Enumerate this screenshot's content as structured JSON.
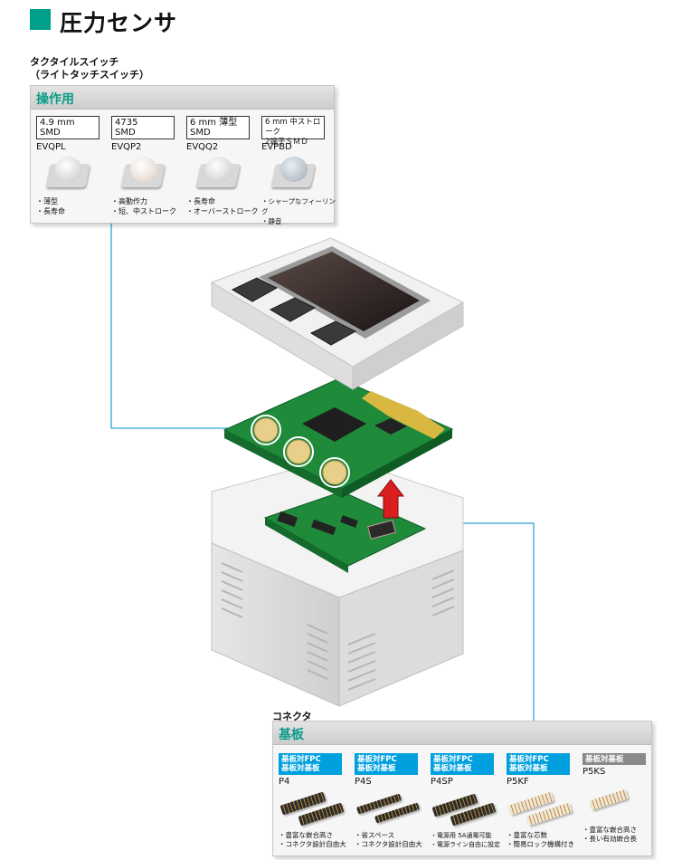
{
  "header": {
    "title": "圧力センサ"
  },
  "switch_section": {
    "caption_line1": "タクタイルスイッチ",
    "caption_line2": "（ライトタッチスイッチ）",
    "panel_title": "操作用",
    "items": [
      {
        "spec": "4.9 mm\nSMD",
        "model": "EVQPL",
        "features": "・薄型\n・長寿命",
        "knob": "white"
      },
      {
        "spec": "4735\nSMD",
        "model": "EVQP2",
        "features": "・高動作力\n・短、中ストローク",
        "knob": "beige"
      },
      {
        "spec": "6 mm 薄型\nSMD",
        "model": "EVQQ2",
        "features": "・長寿命\n・オーバーストローク",
        "knob": "white"
      },
      {
        "spec": "6 mm 中ストローク\n2端子ＳＭＤ",
        "model": "EVPBD",
        "features": "・シャープなフィーリング\n・静音",
        "knob": "grey"
      }
    ]
  },
  "connector_section": {
    "caption": "コネクタ",
    "panel_title": "基板",
    "items": [
      {
        "tag": "基板対FPC\n基板対基板",
        "model": "P4",
        "features": "・豊富な嵌合高さ\n・コネクタ設計自由大",
        "style": "dark",
        "tag_color": "blue"
      },
      {
        "tag": "基板対FPC\n基板対基板",
        "model": "P4S",
        "features": "・省スペース\n・コネクタ設計自由大",
        "style": "dark",
        "tag_color": "blue"
      },
      {
        "tag": "基板対FPC\n基板対基板",
        "model": "P4SP",
        "features": "・電源用 5A通電可能\n・電源ライン自由に設定",
        "style": "dark",
        "tag_color": "blue"
      },
      {
        "tag": "基板対FPC\n基板対基板",
        "model": "P5KF",
        "features": "・豊富な芯数\n・簡易ロック機構付き",
        "style": "light",
        "tag_color": "blue"
      },
      {
        "tag": "基板対基板",
        "model": "P5KS",
        "features": "・豊富な嵌合高さ\n・長い有効嵌合長",
        "style": "light",
        "tag_color": "grey"
      }
    ]
  },
  "colors": {
    "accent": "#00a08a",
    "tag_blue": "#00a0df",
    "pcb_green": "#1e8a3a",
    "leader_line": "#2aa8d8"
  }
}
